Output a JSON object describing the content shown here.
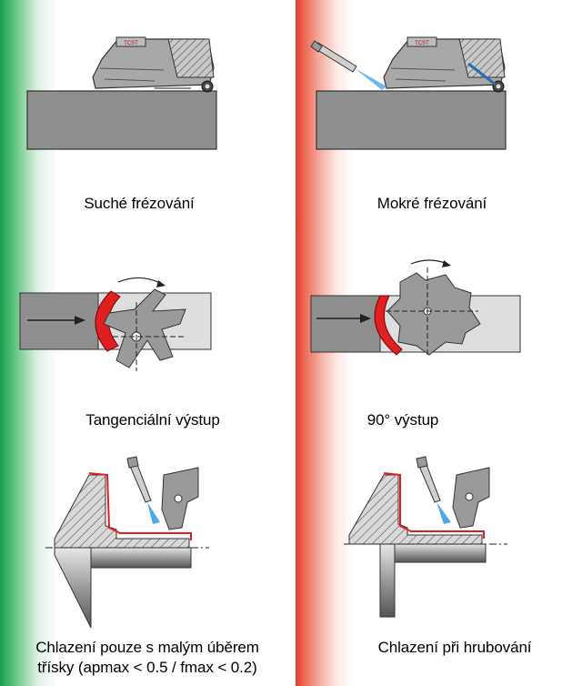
{
  "captions": {
    "dry_milling": "Suché frézování",
    "wet_milling": "Mokré frézování",
    "tangential_exit": "Tangenciální výstup",
    "ninety_exit": "90° výstup",
    "coolant_low_line1": "Chlazení pouze s malým úběrem",
    "coolant_low_line2": "třísky (apmax < 0.5 / fmax < 0.2)",
    "coolant_roughing": "Chlazení při hrubování"
  },
  "tool_brand": [
    "TCST",
    "TCST"
  ],
  "colors": {
    "dry_accent": "#1a9a4b",
    "wet_accent": "#e23a2c",
    "workpiece": "#8e8e8e",
    "tool": "#9a9a9a",
    "chip": "#e02020",
    "coolant": "#4aa8e8"
  },
  "icons": [
    "milling-cutter-icon",
    "coolant-nozzle-icon",
    "turning-tool-icon",
    "rotation-arrow-icon",
    "feed-arrow-icon"
  ]
}
